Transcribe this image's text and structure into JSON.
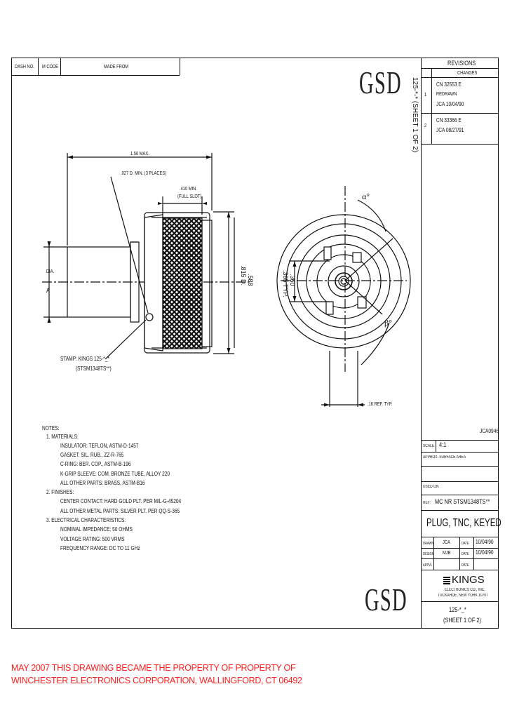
{
  "header": {
    "dash_no": "DASH NO.",
    "m_code": "M CODE",
    "made_from": "MADE FROM"
  },
  "logo": {
    "top": "GSD",
    "bottom": "GSD"
  },
  "revisions": {
    "title": "REVISIONS",
    "changes_label": "CHANGES",
    "rows": [
      {
        "num": "1",
        "lines": [
          "CN    32553 E",
          "REDRAWN",
          "JCA    10/04/90"
        ]
      },
      {
        "num": "2",
        "lines": [
          "CN    33366 E",
          "JCA    08/27/91"
        ]
      }
    ]
  },
  "sheet_ref_vertical": "125-*-* (SHEET 1 OF 2)",
  "dims": {
    "len": "1.50 MAX.",
    "dia_holes": ".027 D. MIN. (3 PLACES)",
    "slot1": ".410 MIN.",
    "slot2": "(FULL SLOT)",
    "a_dia": "A",
    "dia_label": "DIA.",
    "d815": ".815 D.",
    "d588": ".588",
    "typ365": ".365 TYP.",
    "typ360": ".360",
    "ref16": ".16 REF. TYP.",
    "alpha": "α°",
    "beta": "β°"
  },
  "stamp": {
    "line1": "STAMP: KINGS 125-*_*",
    "line2": "(STSM1348TS**)"
  },
  "notes": {
    "title": "NOTES:",
    "lines": [
      "1. MATERIALS:",
      "INSULATOR: TEFLON, ASTM-D-1457",
      "GASKET: SIL. RUB., ZZ-R-765",
      "C-RING: BER. COP., ASTM-B-196",
      "K-GRIP SLEEVE: COM. BRONZE TUBE, ALLOY 220",
      "ALL OTHER PARTS: BRASS, ASTM-B16",
      "2. FINISHES:",
      "CENTER CONTACT: HARD GOLD PLT. PER MIL-G-45204",
      "ALL OTHER METAL PARTS: SILVER PLT. PER QQ-S-365",
      "3. ELECTRICAL CHARACTERISTICS:",
      "NOMINAL IMPEDANCE: 50 OHMS",
      "VOLTAGE RATING: 500 VRMS",
      "FREQUENCY RANGE: DC TO 11 GHz"
    ]
  },
  "title_block": {
    "drawing_id": "JCA0946",
    "scale_label": "SCALE",
    "scale": "4:1",
    "approx": "APPROX. SURFACE AREA",
    "used_on": "USED ON",
    "ref_label": "REF:",
    "ref": "MC NR STSM1348TS**",
    "title": "PLUG, TNC, KEYED",
    "drawn_label": "DRAWN",
    "drawn": "JCA",
    "date_label": "DATE",
    "drawn_date": "10/04/90",
    "design_label": "DESIGN",
    "design": "MJB",
    "design_date": "10/04/90",
    "appvl_label": "APPVL",
    "company": "KINGS",
    "company_sub1": "ELECTRONICS CO., INC.",
    "company_sub2": "TUCKAHOE, NEW YORK 10707",
    "part": "125-*_*",
    "sheet": "(SHEET 1 OF 2)"
  },
  "footer": {
    "line1": "MAY 2007 THIS DRAWING BECAME THE PROPERTY OF PROPERTY OF",
    "line2": "WINCHESTER ELECTRONICS CORPORATION, WALLINGFORD, CT 06492"
  },
  "colors": {
    "line": "#111111",
    "footer": "#ff2020"
  }
}
